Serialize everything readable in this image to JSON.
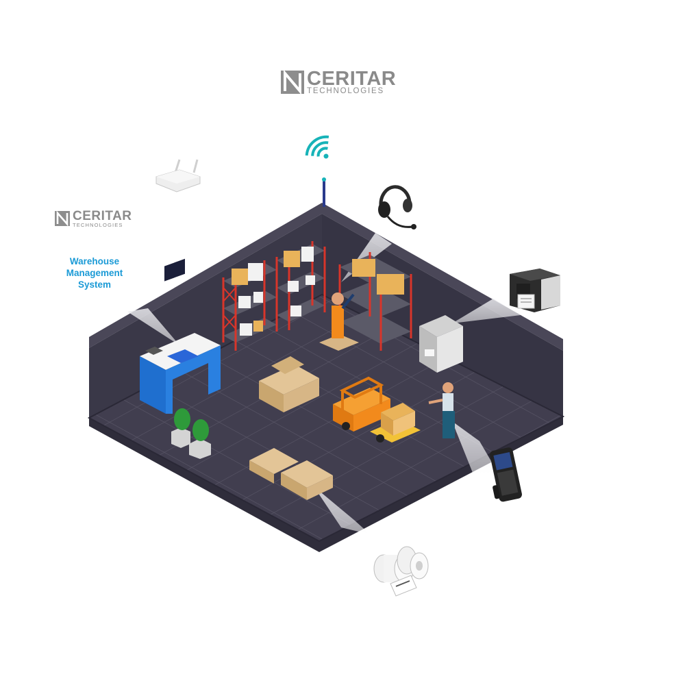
{
  "logos": [
    {
      "brand": "CERITAR",
      "sub": "TECHNOLOGIES"
    },
    {
      "brand": "CERITAR",
      "sub": "TECHNOLOGIES"
    }
  ],
  "wms_label": [
    "Warehouse",
    "Management",
    "System"
  ],
  "colors": {
    "floor": "#3f3c4d",
    "wall": "#3a3848",
    "rack_red": "#d8352a",
    "box": "#e9b35a",
    "pallet": "#d7b686",
    "forklift": "#f28a1c",
    "desk": "#1f6fcf",
    "wifi": "#17b3b8",
    "logo_gray": "#8a8a8a",
    "wms_blue": "#1a9ad6"
  },
  "icons": [
    "router-icon",
    "wifi-icon",
    "headset-icon",
    "label-printer-icon",
    "mobile-computer-icon",
    "label-rolls-icon"
  ]
}
